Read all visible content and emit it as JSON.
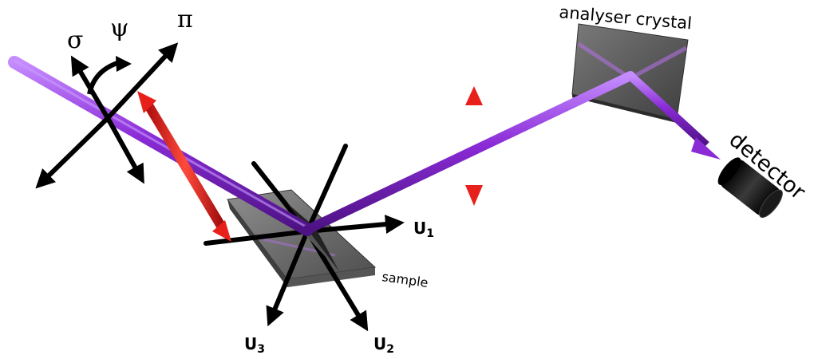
{
  "labels": {
    "sigma": "σ",
    "psi": "ψ",
    "pi": "π",
    "analyser": "analyser crystal",
    "detector": "detector",
    "sample": "sample",
    "u1": "U",
    "u1_sub": "1",
    "u2": "U",
    "u2_sub": "2",
    "u3": "U",
    "u3_sub": "3"
  },
  "colors": {
    "beam": "#8a2bd6",
    "beam_dark": "#5a1694",
    "polarization_arrow": "#e8201c",
    "axes": "#000000",
    "sample_plate": "#707070",
    "crystal": "#5a5a5a",
    "detector_body": "#111111"
  }
}
